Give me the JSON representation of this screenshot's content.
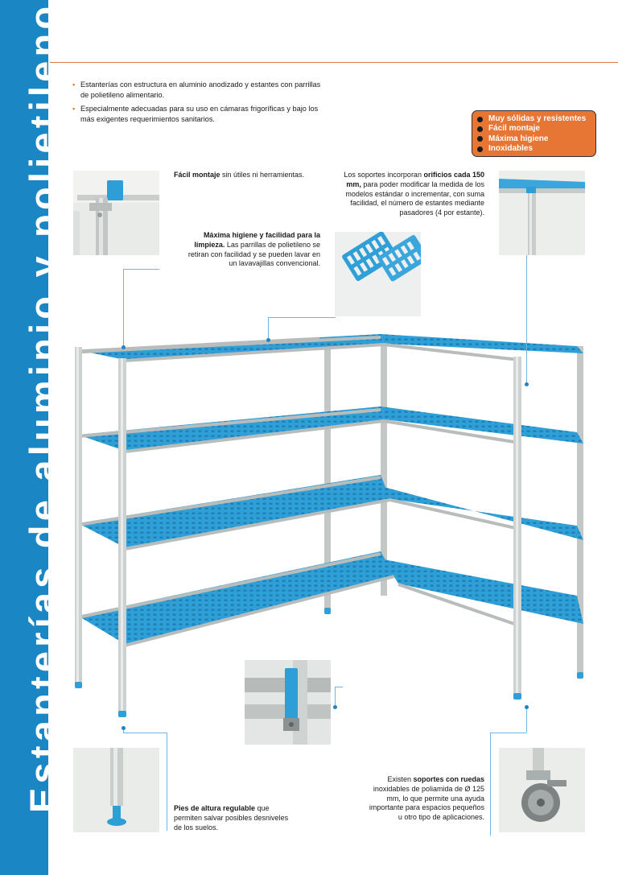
{
  "sidebar": {
    "title": "Estanterías de aluminio y polietileno",
    "color": "#1b86c4"
  },
  "accent_color": "#e07a3a",
  "intro_bullets": [
    "Estanterías con estructura en aluminio anodizado y estantes con parrillas de polietileno alimentario.",
    "Especialmente adecuadas para su uso en cámaras frigoríficas y bajo los más exigentes requerimientos sanitarios."
  ],
  "badge": {
    "color": "#e77534",
    "items": [
      "Muy sólidas y resistentes",
      "Fácil montaje",
      "Máxima higiene",
      "Inoxidables"
    ]
  },
  "captions": {
    "montaje": {
      "bold": "Fácil montaje",
      "text": " sin útiles ni herramientas."
    },
    "soportes": {
      "pre": "Los soportes incorporan ",
      "bold": "orificios cada 150 mm,",
      "text": " para poder modificar la medida de los modelos estándar o incrementar, con suma facilidad, el número de estantes mediante pasadores (4 por estante)."
    },
    "higiene": {
      "bold": "Máxima higiene y facilidad para la limpieza.",
      "text": " Las parrillas de polietileno se retiran con facilidad y se pueden lavar en un lavavajillas convencional."
    },
    "pies": {
      "bold": "Pies de altura regulable",
      "text": " que permiten salvar posibles desniveles de los suelos."
    },
    "ruedas": {
      "pre": "Existen ",
      "bold": "soportes con ruedas",
      "text": " inoxidables de poliamida de Ø 125 mm, lo que permite una ayuda importante para espacios pequeños u otro tipo de aplicaciones."
    }
  }
}
